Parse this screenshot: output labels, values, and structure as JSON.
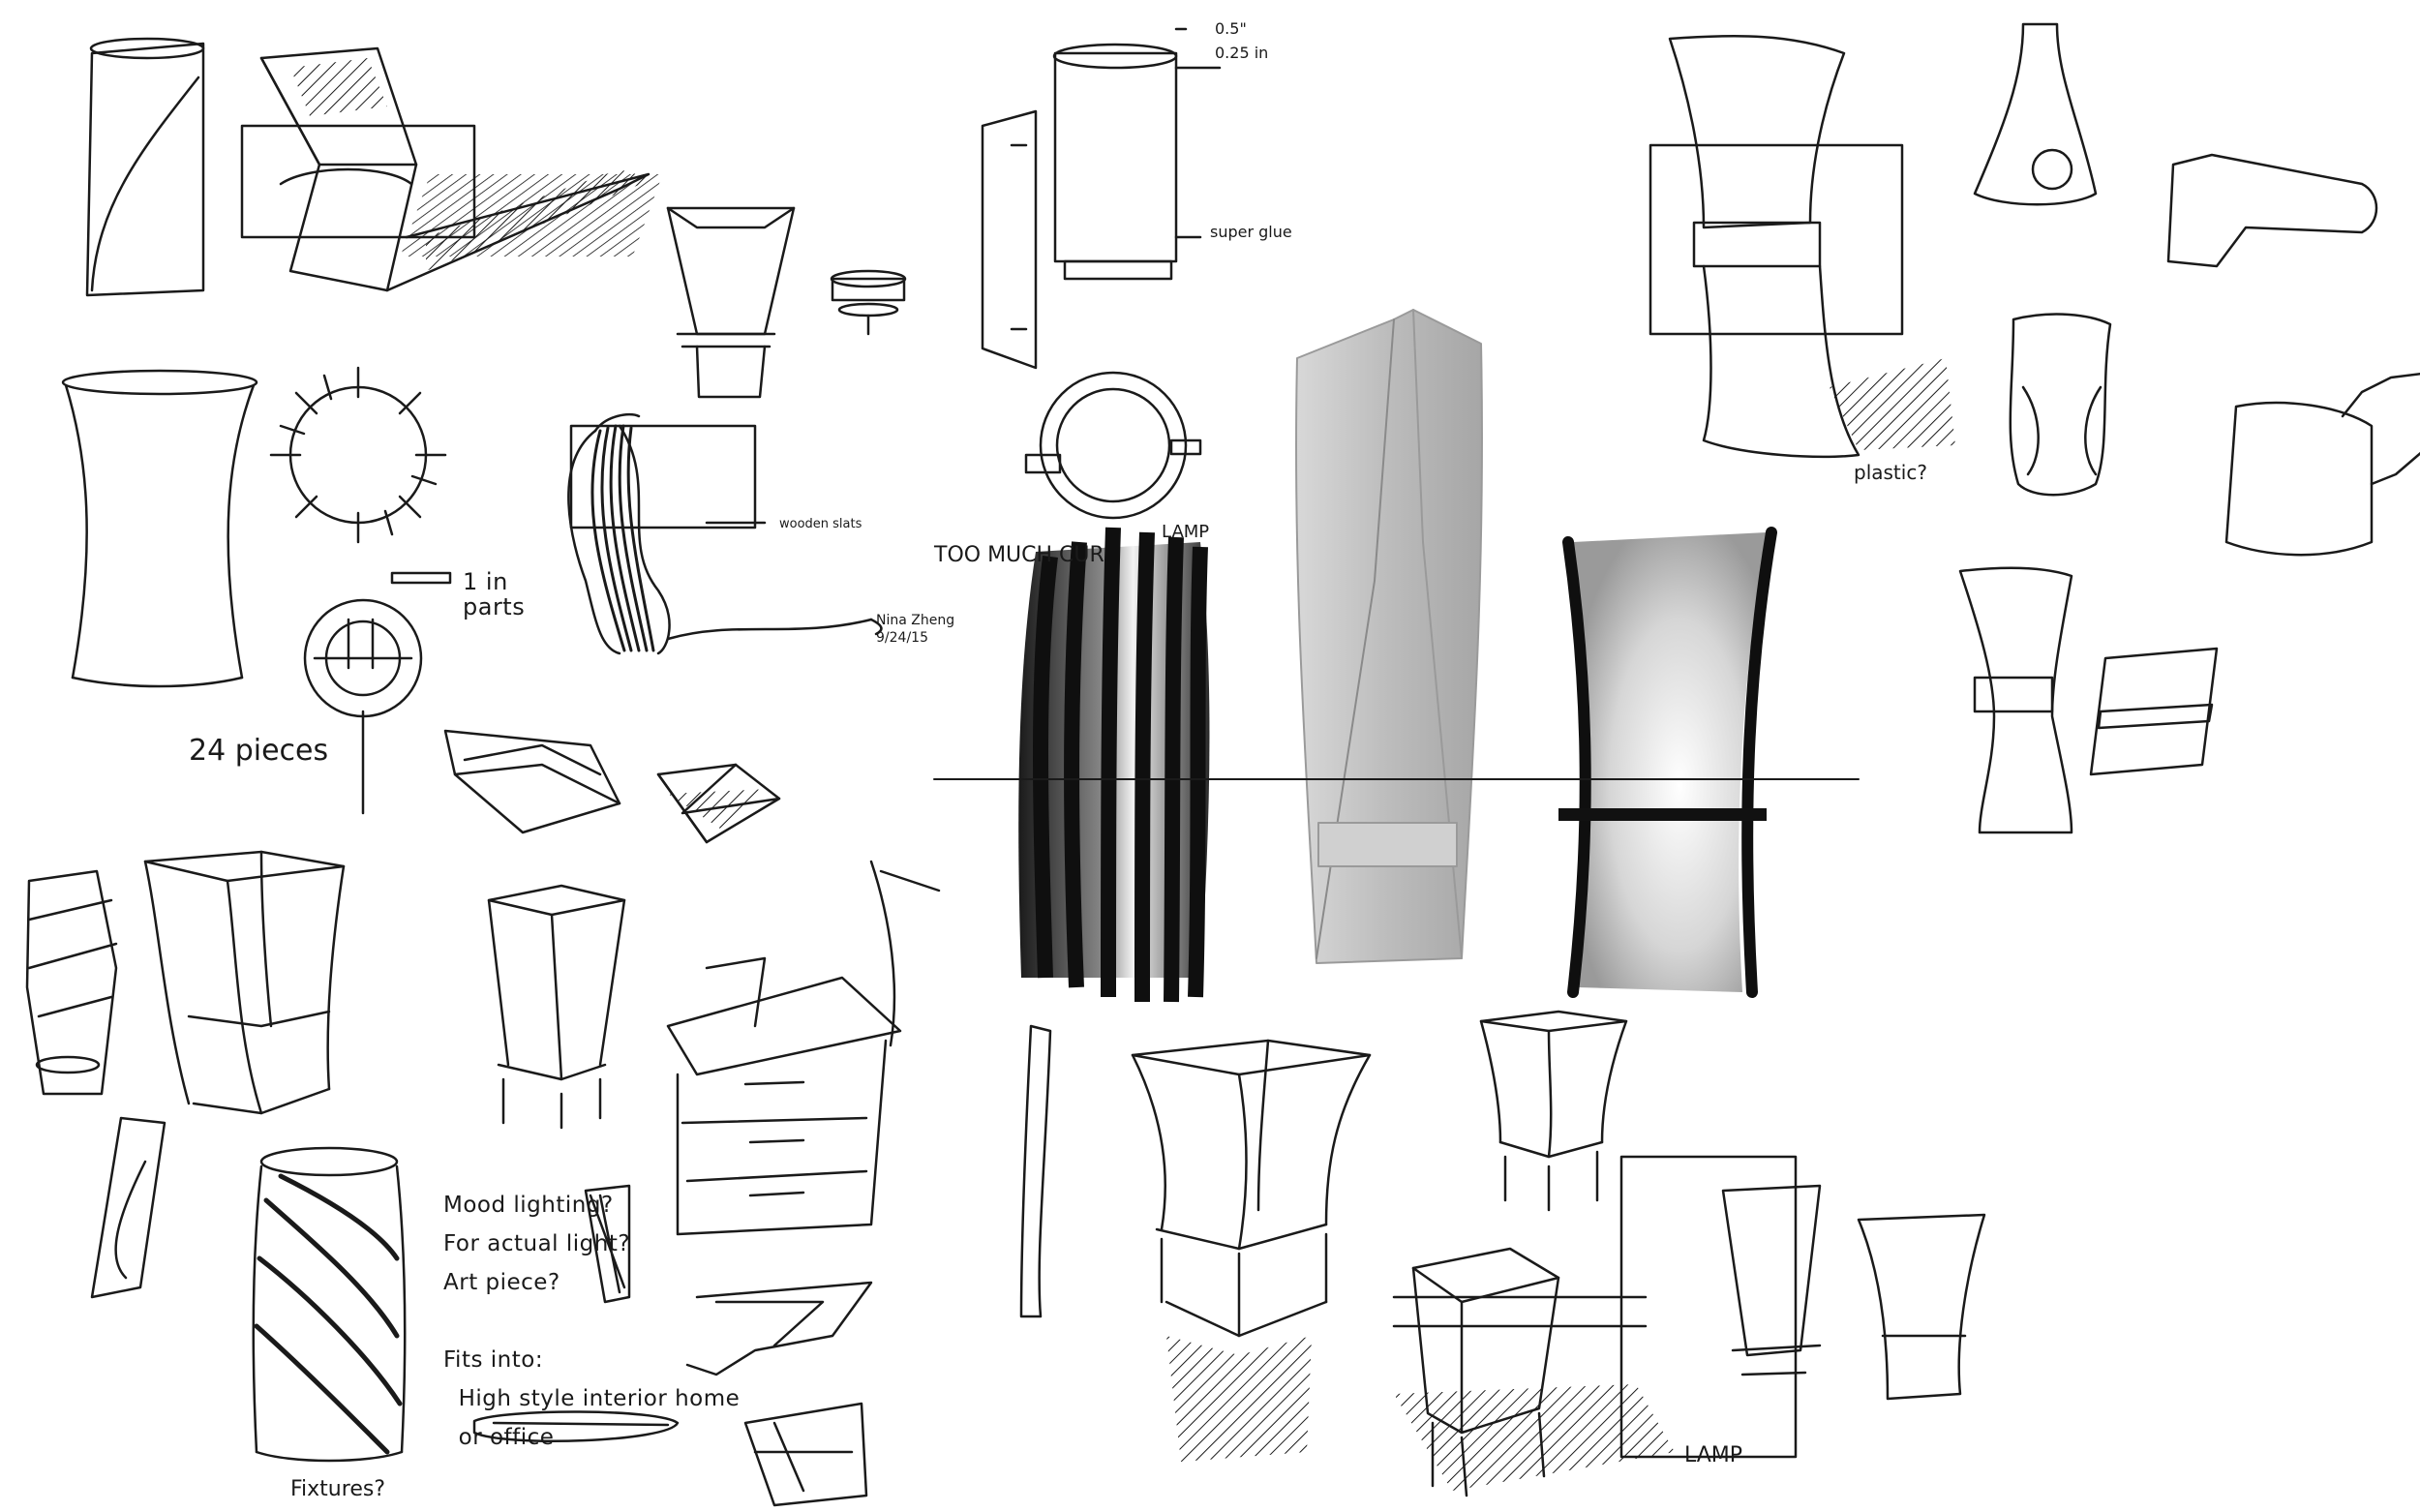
{
  "notes": {
    "dim_top": "0.5\"",
    "dim_bottom": "0.25 in",
    "superglue": "super glue",
    "plastic": "plastic?",
    "too_much_curve": "TOO MUCH CUR",
    "lamp_partial": "LAMP",
    "wooden_slats": "wooden slats",
    "signature_name": "Nina Zheng",
    "signature_date": "9/24/15",
    "one_in_parts": "1 in\nparts",
    "twenty_four_pieces": "24 pieces",
    "fixtures": "Fixtures?",
    "brainstorm": "Mood lighting?\nFor actual light?\nArt piece?\n\nFits into:\n  High style interior home\n  or office",
    "lamp": "LAMP"
  },
  "colors": {
    "ink": "#1a1a1a",
    "paper": "#ffffff",
    "render_gray": "#b8b8b8"
  },
  "icons": [
    "pleated-lamp-render",
    "folded-paper-lamp-render",
    "framed-lamp-render"
  ]
}
